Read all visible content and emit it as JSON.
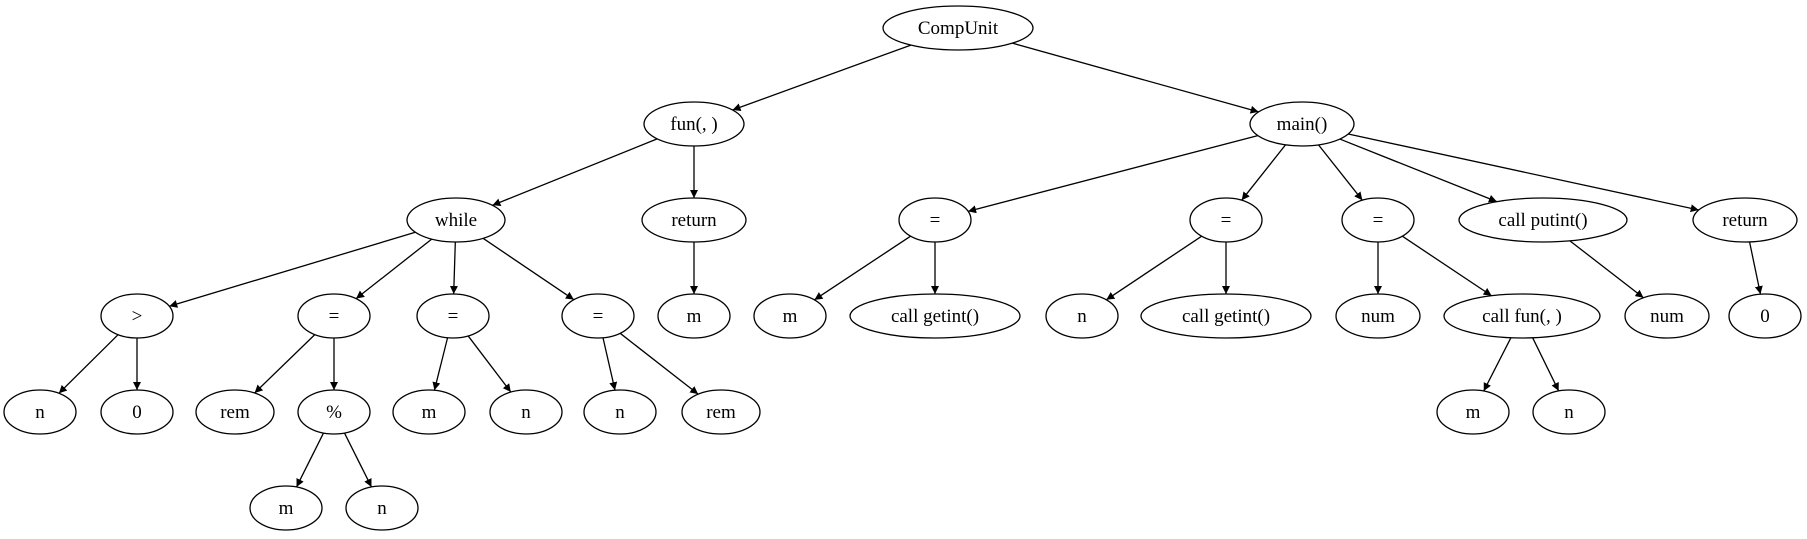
{
  "diagram": {
    "type": "tree",
    "nodes": [
      {
        "id": "root",
        "label": "CompUnit"
      },
      {
        "id": "fun",
        "label": "fun(, )"
      },
      {
        "id": "main",
        "label": "main()"
      },
      {
        "id": "while",
        "label": "while"
      },
      {
        "id": "ret1",
        "label": "return"
      },
      {
        "id": "gt",
        "label": ">"
      },
      {
        "id": "eq1",
        "label": "="
      },
      {
        "id": "eq2",
        "label": "="
      },
      {
        "id": "eq3",
        "label": "="
      },
      {
        "id": "m_ret",
        "label": "m"
      },
      {
        "id": "n1",
        "label": "n"
      },
      {
        "id": "z1",
        "label": "0"
      },
      {
        "id": "rem1",
        "label": "rem"
      },
      {
        "id": "pct",
        "label": "%"
      },
      {
        "id": "m2",
        "label": "m"
      },
      {
        "id": "n2",
        "label": "n"
      },
      {
        "id": "n3",
        "label": "n"
      },
      {
        "id": "rem2",
        "label": "rem"
      },
      {
        "id": "m1",
        "label": "m"
      },
      {
        "id": "nn1",
        "label": "n"
      },
      {
        "id": "eqA",
        "label": "="
      },
      {
        "id": "eqB",
        "label": "="
      },
      {
        "id": "eqC",
        "label": "="
      },
      {
        "id": "putint",
        "label": "call putint()"
      },
      {
        "id": "ret2",
        "label": "return"
      },
      {
        "id": "mA",
        "label": "m"
      },
      {
        "id": "getA",
        "label": "call getint()"
      },
      {
        "id": "nB",
        "label": "n"
      },
      {
        "id": "getB",
        "label": "call getint()"
      },
      {
        "id": "numC",
        "label": "num"
      },
      {
        "id": "callfun",
        "label": "call fun(, )"
      },
      {
        "id": "numP",
        "label": "num"
      },
      {
        "id": "zR",
        "label": "0"
      },
      {
        "id": "mF",
        "label": "m"
      },
      {
        "id": "nF",
        "label": "n"
      }
    ],
    "edges": [
      [
        "root",
        "fun"
      ],
      [
        "root",
        "main"
      ],
      [
        "fun",
        "while"
      ],
      [
        "fun",
        "ret1"
      ],
      [
        "while",
        "gt"
      ],
      [
        "while",
        "eq1"
      ],
      [
        "while",
        "eq2"
      ],
      [
        "while",
        "eq3"
      ],
      [
        "ret1",
        "m_ret"
      ],
      [
        "gt",
        "n1"
      ],
      [
        "gt",
        "z1"
      ],
      [
        "eq1",
        "rem1"
      ],
      [
        "eq1",
        "pct"
      ],
      [
        "pct",
        "m1"
      ],
      [
        "pct",
        "nn1"
      ],
      [
        "eq2",
        "m2"
      ],
      [
        "eq2",
        "n2"
      ],
      [
        "eq3",
        "n3"
      ],
      [
        "eq3",
        "rem2"
      ],
      [
        "main",
        "eqA"
      ],
      [
        "main",
        "eqB"
      ],
      [
        "main",
        "eqC"
      ],
      [
        "main",
        "putint"
      ],
      [
        "main",
        "ret2"
      ],
      [
        "eqA",
        "mA"
      ],
      [
        "eqA",
        "getA"
      ],
      [
        "eqB",
        "nB"
      ],
      [
        "eqB",
        "getB"
      ],
      [
        "eqC",
        "numC"
      ],
      [
        "eqC",
        "callfun"
      ],
      [
        "callfun",
        "mF"
      ],
      [
        "callfun",
        "nF"
      ],
      [
        "putint",
        "numP"
      ],
      [
        "ret2",
        "zR"
      ]
    ]
  }
}
